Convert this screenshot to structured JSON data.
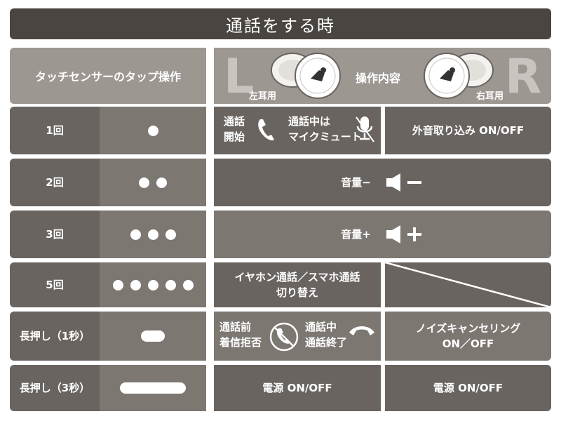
{
  "title": "通話をする時",
  "header": {
    "left": "タッチセンサーのタップ操作",
    "center": "操作内容",
    "left_letter": "L",
    "right_letter": "R",
    "left_ear": "左耳用",
    "right_ear": "右耳用"
  },
  "rows": [
    {
      "count": "1回",
      "dots": 1,
      "left_a": [
        "通話",
        "開始"
      ],
      "left_b": [
        "通話中は",
        "マイクミュート"
      ],
      "right": "外音取り込み ON/OFF"
    },
    {
      "count": "2回",
      "dots": 2,
      "op": "音量−"
    },
    {
      "count": "3回",
      "dots": 3,
      "op": "音量+"
    },
    {
      "count": "5回",
      "dots": 5,
      "left": [
        "イヤホン通話／スマホ通話",
        "切り替え"
      ]
    },
    {
      "count": "長押し（1秒）",
      "left_a": [
        "通話前",
        "着信拒否"
      ],
      "left_b": [
        "通話中",
        "通話終了"
      ],
      "right": [
        "ノイズキャンセリング",
        "ON／OFF"
      ]
    },
    {
      "count": "長押し（3秒）",
      "left": "電源 ON/OFF",
      "right": "電源 ON/OFF"
    }
  ],
  "colors": {
    "title_bg": "#4a4541",
    "header_bg": "#9d9792",
    "cell_dark": "#6a6460",
    "cell_mid": "#7d7772"
  }
}
